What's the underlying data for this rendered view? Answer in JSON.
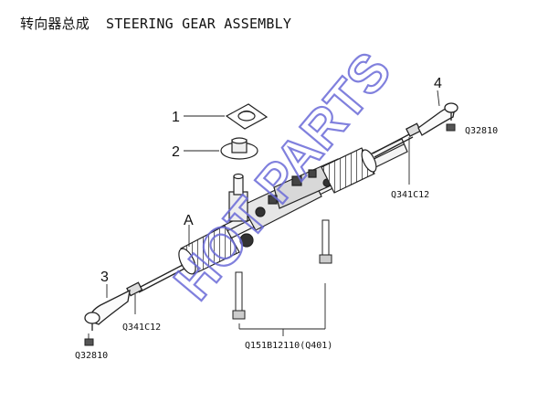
{
  "title": {
    "cn": "转向器总成",
    "en": "STEERING GEAR ASSEMBLY"
  },
  "callouts": {
    "c1": "1",
    "c2": "2",
    "c3": "3",
    "c4": "4",
    "cA": "A"
  },
  "part_codes": {
    "bolt": "Q151B12110(Q401)",
    "nut_left": "Q341C12",
    "nut_right": "Q341C12",
    "castle_nut_left": "Q32810",
    "castle_nut_right": "Q32810"
  },
  "watermark": "HOT PARTS"
}
